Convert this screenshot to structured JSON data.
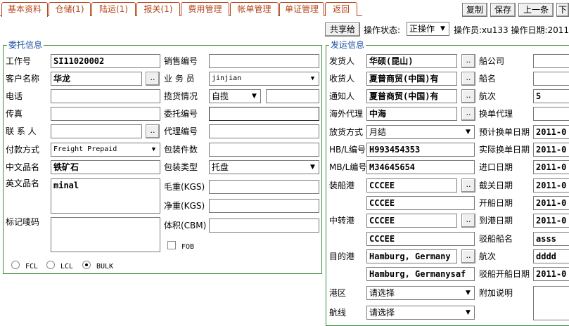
{
  "tabs": [
    "基本资料",
    "仓储(1)",
    "陆运(1)",
    "报关(1)",
    "费用管理",
    "帐单管理",
    "单证管理",
    "返回"
  ],
  "toolbar": {
    "copy": "复制",
    "save": "保存",
    "prev": "上一条",
    "next": "下"
  },
  "status_bar": {
    "share": "共享给",
    "op_status_label": "操作状态:",
    "op_status_value": "正操作",
    "operator": "操作员:xu133",
    "op_date": "操作日期:2011-"
  },
  "entrust": {
    "legend": "委托信息",
    "job_no_label": "工作号",
    "job_no": "SI11020002",
    "sales_no_label": "销售编号",
    "sales_no": "",
    "customer_label": "客户名称",
    "customer": "华龙",
    "staff_label": "业 务 员",
    "staff": "jinjian",
    "phone_label": "电话",
    "phone": "",
    "pickup_label": "揽货情况",
    "pickup": "自揽",
    "pickup_extra": "",
    "fax_label": "传真",
    "fax": "",
    "entrust_no_label": "委托编号",
    "entrust_no": "",
    "contact_label": "联 系 人",
    "contact": "",
    "agent_no_label": "代理编号",
    "agent_no": "",
    "payment_label": "付款方式",
    "payment": "Freight Prepaid",
    "pkg_count_label": "包装件数",
    "pkg_count": "",
    "cn_name_label": "中文品名",
    "cn_name": "铁矿石",
    "pkg_type_label": "包装类型",
    "pkg_type": "托盘",
    "en_name_label": "英文品名",
    "en_name": "minal",
    "gross_label": "毛重(KGS)",
    "gross": "",
    "net_label": "净重(KGS)",
    "net": "",
    "marks_label": "标记唛码",
    "marks": "",
    "volume_label": "体积(CBM)",
    "volume": "",
    "fob_label": "FOB",
    "load_types": [
      "FCL",
      "LCL",
      "BULK"
    ],
    "load_selected": "BULK"
  },
  "shipping": {
    "legend": "发运信息",
    "shipper_label": "发货人",
    "shipper": "华硕(昆山)",
    "shipco_label": "船公司",
    "shipco": "",
    "consignee_label": "收货人",
    "consignee": "夏普商贸(中国)有",
    "vessel_label": "船名",
    "vessel": "",
    "notify_label": "通知人",
    "notify": "夏普商贸(中国)有",
    "voyage_label": "航次",
    "voyage": "5",
    "overseas_label": "海外代理",
    "overseas": "中海",
    "exchange_agent_label": "换单代理",
    "exchange_agent": "",
    "release_label": "放货方式",
    "release": "月结",
    "est_exchange_label": "预计换单日期",
    "est_exchange": "2011-0",
    "hbl_label": "HB/L编号",
    "hbl": "H993454353",
    "act_exchange_label": "实际换单日期",
    "act_exchange": "2011-0",
    "mbl_label": "MB/L编号",
    "mbl": "M34645654",
    "import_date_label": "进口日期",
    "import_date": "2011-0",
    "pol_label": "装船港",
    "pol": "CCCEE",
    "cutoff_label": "截关日期",
    "cutoff": "2011-0",
    "pol2": "CCCEE",
    "sail_label": "开船日期",
    "sail": "2011-0",
    "transit_label": "中转港",
    "transit": "CCCEE",
    "arrive_label": "到港日期",
    "arrive": "2011-0",
    "transit2": "CCCEE",
    "barge_label": "驳船船名",
    "barge": "asss",
    "dest_label": "目的港",
    "dest": "Hamburg, Germany",
    "barge_voyage_label": "航次",
    "barge_voyage": "dddd",
    "dest2": "Hamburg, Germanysaf",
    "barge_sail_label": "驳船开船日期",
    "barge_sail": "2011-0",
    "port_area_label": "港区",
    "port_area": "请选择",
    "note_label": "附加说明",
    "note": "",
    "route_label": "航线",
    "route": "请选择"
  }
}
